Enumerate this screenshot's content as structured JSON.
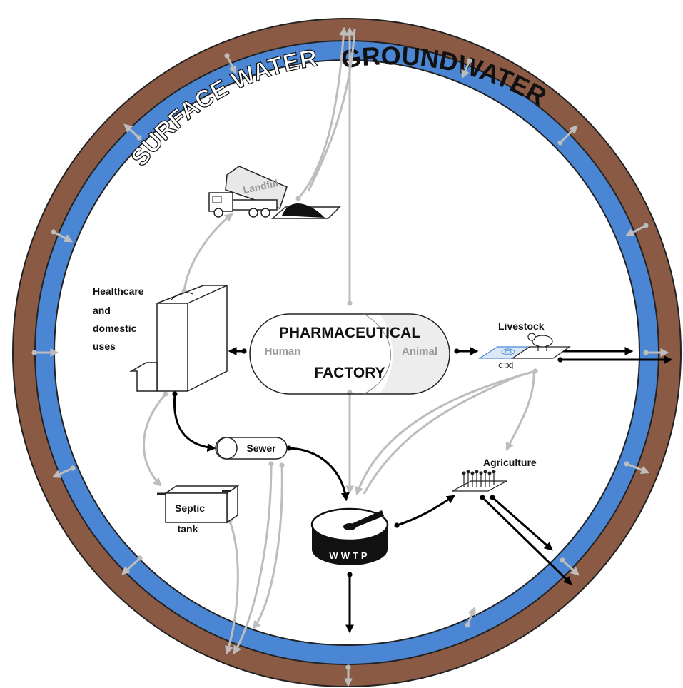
{
  "rings": {
    "groundwater_label": "GROUNDWATER",
    "surface_water_label": "SURFACE WATER",
    "groundwater_color": "#8a5a44",
    "surface_water_color": "#4a86d4",
    "flow_gray": "#bdbdbd",
    "flow_black": "#000000"
  },
  "factory": {
    "title_top": "PHARMACEUTICAL",
    "title_bottom": "FACTORY",
    "left_label": "Human",
    "right_label": "Animal",
    "icon": "factory-capsule-icon"
  },
  "nodes": {
    "healthcare": {
      "line1": "Healthcare",
      "line2": "and",
      "line3": "domestic",
      "line4": "uses",
      "icon": "building-icon"
    },
    "landfill": {
      "label": "Landfill",
      "icon": "dump-truck-icon"
    },
    "livestock": {
      "label": "Livestock",
      "icon": "pig-and-fish-icon"
    },
    "agriculture": {
      "label": "Agriculture",
      "icon": "crop-field-icon"
    },
    "sewer": {
      "label": "Sewer",
      "icon": "pipe-icon"
    },
    "septic": {
      "line1": "Septic",
      "line2": "tank",
      "icon": "tank-icon"
    },
    "wwtp": {
      "label": "WWTP",
      "icon": "treatment-plant-icon"
    }
  }
}
